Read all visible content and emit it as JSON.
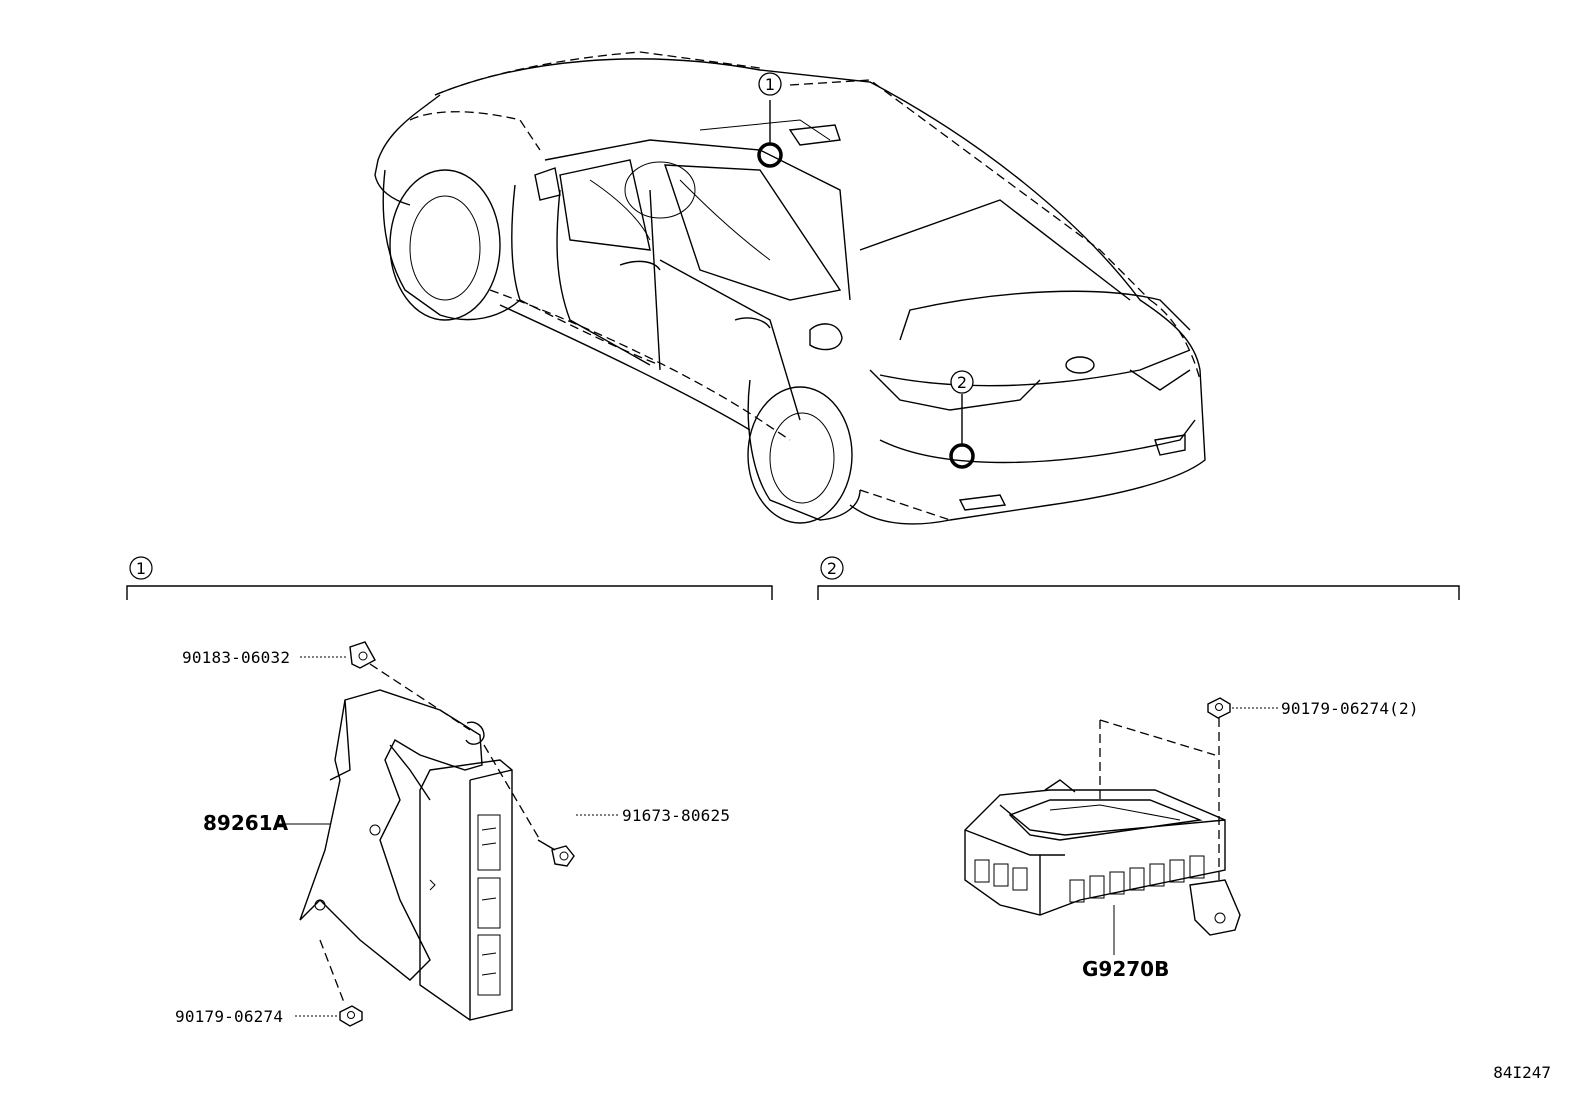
{
  "callouts": {
    "c1": "1",
    "c2": "2"
  },
  "sections": {
    "s1": "1",
    "s2": "2"
  },
  "parts": {
    "p_90183": "90183-06032",
    "p_89261A": "89261A",
    "p_91673": "91673-80625",
    "p_90179_left": "90179-06274",
    "p_90179_right": "90179-06274(2)",
    "p_G9270B": "G9270B"
  },
  "figure_ref": "84I247"
}
